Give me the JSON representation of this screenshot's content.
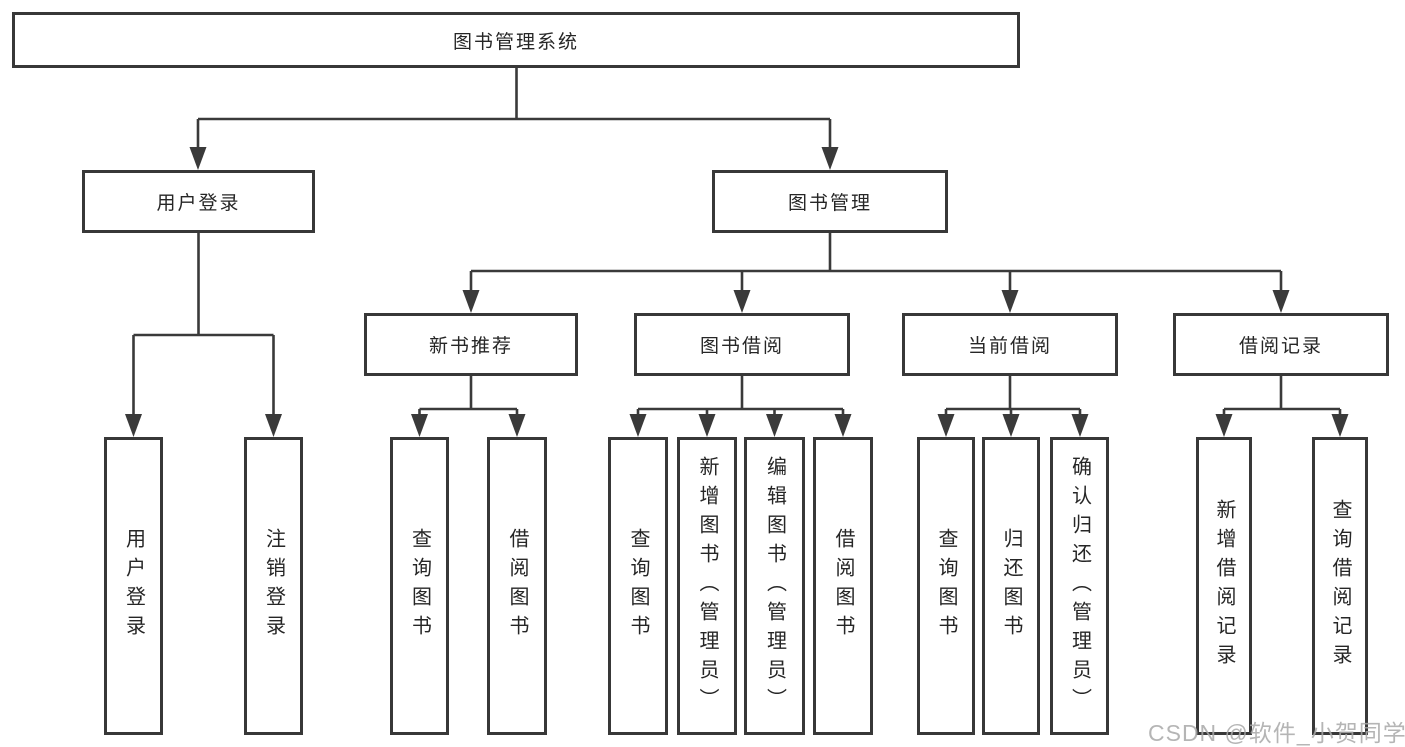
{
  "diagram": {
    "type": "hierarchy-tree",
    "colors": {
      "line": "#3a3a3a",
      "box_border": "#383838",
      "box_fill": "#ffffff",
      "text": "#262626",
      "watermark": "#a9a9a9",
      "background": "#ffffff"
    }
  },
  "tree": {
    "label": "图书管理系统",
    "children": [
      {
        "label": "用户登录",
        "children": [
          {
            "label": "用户登录"
          },
          {
            "label": "注销登录"
          }
        ]
      },
      {
        "label": "图书管理",
        "children": [
          {
            "label": "新书推荐",
            "children": [
              {
                "label": "查询图书"
              },
              {
                "label": "借阅图书"
              }
            ]
          },
          {
            "label": "图书借阅",
            "children": [
              {
                "label": "查询图书"
              },
              {
                "label": "新增图书（管理员）"
              },
              {
                "label": "编辑图书（管理员）"
              },
              {
                "label": "借阅图书"
              }
            ]
          },
          {
            "label": "当前借阅",
            "children": [
              {
                "label": "查询图书"
              },
              {
                "label": "归还图书"
              },
              {
                "label": "确认归还（管理员）"
              }
            ]
          },
          {
            "label": "借阅记录",
            "children": [
              {
                "label": "新增借阅记录"
              },
              {
                "label": "查询借阅记录"
              }
            ]
          }
        ]
      }
    ]
  },
  "watermark": "CSDN @软件_小贺同学"
}
